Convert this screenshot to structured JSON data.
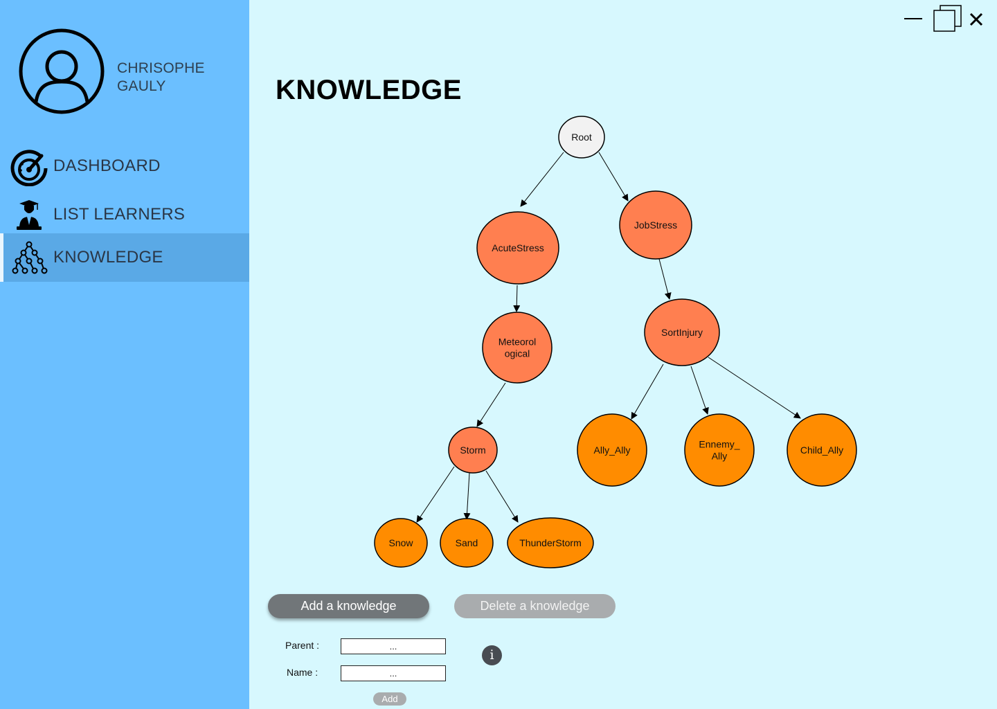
{
  "user": {
    "first_name": "CHRISOPHE",
    "last_name": "GAULY"
  },
  "nav": {
    "items": [
      {
        "label": "DASHBOARD",
        "icon": "speedometer-icon"
      },
      {
        "label": "LIST LEARNERS",
        "icon": "graduate-icon"
      },
      {
        "label": "KNOWLEDGE",
        "icon": "tree-network-icon",
        "active": true
      }
    ]
  },
  "window_controls": {
    "minimize": "minimize-icon",
    "restore": "restore-icon",
    "close": "close-icon"
  },
  "page": {
    "title": "KNOWLEDGE"
  },
  "tree": {
    "nodes": [
      {
        "id": "root",
        "label": "Root",
        "level": 0
      },
      {
        "id": "acute",
        "label": "AcuteStress",
        "parent": "root"
      },
      {
        "id": "job",
        "label": "JobStress",
        "parent": "root"
      },
      {
        "id": "meteo",
        "label": "Meteorol ogical",
        "lines": [
          "Meteorol",
          "ogical"
        ],
        "parent": "acute"
      },
      {
        "id": "sort",
        "label": "SortInjury",
        "parent": "job"
      },
      {
        "id": "storm",
        "label": "Storm",
        "parent": "meteo"
      },
      {
        "id": "ally",
        "label": "Ally_Ally",
        "parent": "sort"
      },
      {
        "id": "ennemy",
        "label": "Ennemy_ Ally",
        "lines": [
          "Ennemy_",
          "Ally"
        ],
        "parent": "sort"
      },
      {
        "id": "child",
        "label": "Child_Ally",
        "parent": "sort"
      },
      {
        "id": "snow",
        "label": "Snow",
        "parent": "storm"
      },
      {
        "id": "sand",
        "label": "Sand",
        "parent": "storm"
      },
      {
        "id": "thunder",
        "label": "ThunderStorm",
        "parent": "storm"
      }
    ],
    "colors": {
      "root": "#f2f2f2",
      "inner": "#ff7f50",
      "leaf": "#ff8c00",
      "edge": "#000000"
    }
  },
  "actions": {
    "add_label": "Add a knowledge",
    "delete_label": "Delete a knowledge"
  },
  "form": {
    "parent_label": "Parent :",
    "parent_value": "...",
    "name_label": "Name :",
    "name_value": "...",
    "submit_label": "Add",
    "info_icon": "info-icon",
    "info_glyph": "i"
  }
}
